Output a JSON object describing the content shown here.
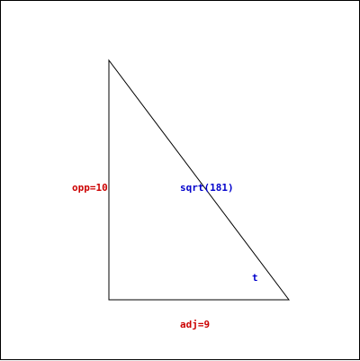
{
  "triangle": {
    "opposite_label": "opp=10",
    "adjacent_label": "adj=9",
    "hypotenuse_label": "sqrt(181)",
    "angle_label": "t",
    "opposite": 10,
    "adjacent": 9
  },
  "colors": {
    "side_label": "#cc0000",
    "hypotenuse_label": "#0000cc",
    "angle_label": "#0000cc",
    "stroke": "#000000",
    "background": "#ffffff"
  }
}
